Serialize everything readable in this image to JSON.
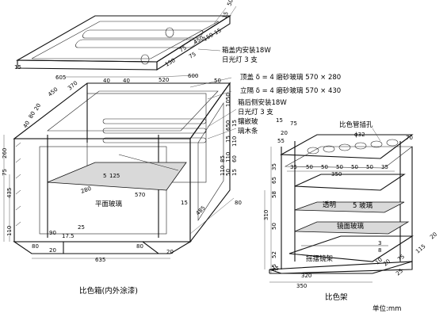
{
  "captions": {
    "box": "比色箱(内外涂漆)",
    "rack": "比色架",
    "unit": "单位:mm"
  },
  "box_labels": {
    "lid_lamp_1": "箱盖内安装18W",
    "lid_lamp_2": "日光灯 3 支",
    "top_cover": "顶盖 δ = 4 磨砂玻璃 570 × 280",
    "vertical_partition": "立隔 δ = 4 磨砂玻璃 570 × 430",
    "rear_lamp_1": "箱后侧安装18W",
    "rear_lamp_2": "日光灯 3 支",
    "inlay_glass": "镶嵌玻",
    "wood_strip": "璃木条",
    "flat_glass": "平面玻璃"
  },
  "rack_labels": {
    "tube_holes": "比色管插孔",
    "hole_dia": "ϕ32",
    "clear_glass": "透明",
    "clear_glass_thk": "5 玻璃",
    "mirror_glass": "镜面玻璃",
    "swing_mirror": "摇摆镜架"
  },
  "box_dims": {
    "lid_15a": "15",
    "lid_50a": "50",
    "lid_15b": "15",
    "lid_150": "150",
    "lid_450": "450",
    "lid_75a": "75",
    "lid_75b": "75",
    "lid_150b": "150",
    "lid_15c": "15",
    "lid_605": "605",
    "lid_520": "520",
    "lid_600": "600",
    "top_40": "40",
    "top_40b": "40",
    "top_50": "50",
    "side_450": "450",
    "side_370": "370",
    "side_40": "40",
    "side_80": "80",
    "side_20": "20",
    "col_1050": "1050",
    "col_650": "650",
    "col_15": "15",
    "col_85": "85",
    "col_110": "110",
    "col_110b": "110",
    "col_50": "50",
    "col_15b": "15",
    "col_110c": "110",
    "col_60": "60",
    "col_15c": "15",
    "left_260": "260",
    "left_75": "75",
    "left_435": "435",
    "left_110": "110",
    "in_5": "5",
    "in_125": "125",
    "in_280": "280",
    "in_570": "570",
    "in_15": "15",
    "bot_90": "90",
    "bot_175": "17.5",
    "bot_25": "25",
    "bot_80a": "80",
    "bot_20": "20",
    "bot_80b": "80",
    "bot_635": "635",
    "bot_485": "485",
    "bot_80c": "80",
    "bot_20b": "20"
  },
  "rack_dims": {
    "r_15": "15",
    "r_75": "75",
    "r_20": "20",
    "r_55": "55",
    "r_35": "35",
    "r_50a": "50",
    "r_50b": "50",
    "r_50c": "50",
    "r_50d": "50",
    "r_50e": "50",
    "r_35b": "35",
    "r_350": "350",
    "r_70": "70",
    "v_35": "35",
    "v_65": "65",
    "v_58": "58",
    "v_310": "310",
    "v_50": "50",
    "v_52": "52",
    "v_55": "55",
    "r_320": "320",
    "r_350b": "350",
    "r_15b": "15",
    "r_3": "3",
    "r_8": "8",
    "r_10": "10",
    "r_20b": "20",
    "r_75b": "75",
    "r_115": "115",
    "r_20c": "20",
    "r_25": "25"
  }
}
